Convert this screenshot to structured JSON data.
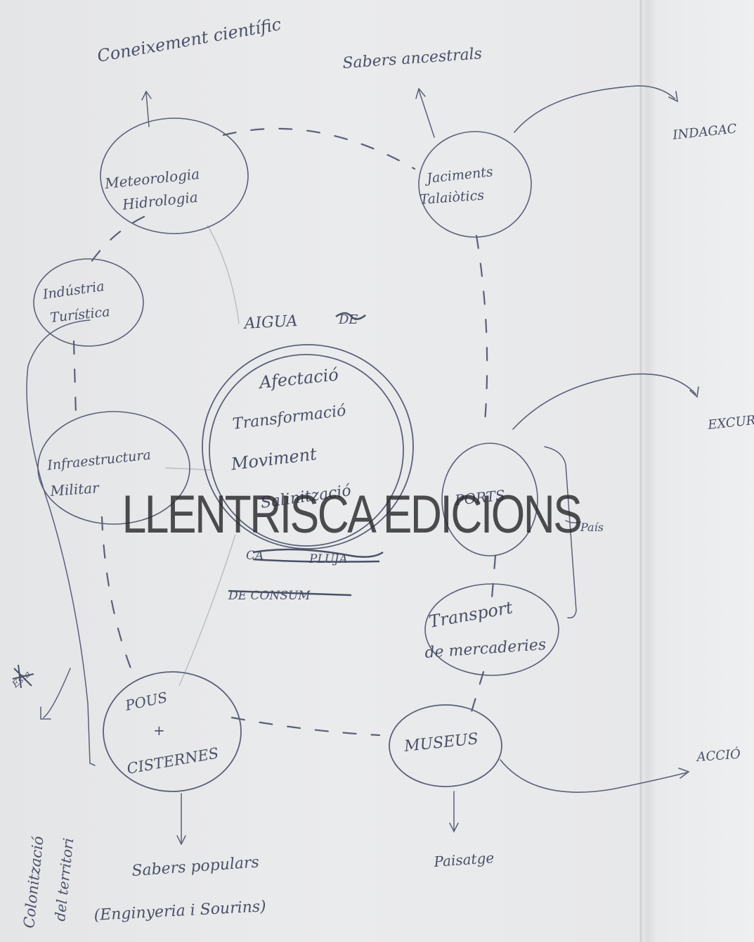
{
  "nodes": {
    "meteorologia": [
      "Meteorologia",
      "Hidrologia"
    ],
    "jaciments": [
      "Jaciments",
      "Talaiòtics"
    ],
    "industria": [
      "Indústria",
      "Turística"
    ],
    "infraestructura": [
      "Infraestructura",
      "Militar"
    ],
    "ports": "PORTS",
    "transport": [
      "Transport",
      "de mercaderies"
    ],
    "pous": [
      "POUS",
      "+",
      "CISTERNES"
    ],
    "museus": "MUSEUS",
    "centre": [
      "Afectació",
      "Transformació",
      "Moviment",
      "Salinització"
    ]
  },
  "labels": {
    "top_left": "Coneixement científic",
    "top_right": "Sabers ancestrals",
    "aigua": "AIGUA",
    "aigua_struck": "DE",
    "bottom_struck": [
      "CA",
      "PLUJA",
      "DE CONSUM"
    ],
    "bottom_left": [
      "Sabers populars",
      "(Enginyeria i Sourins)"
    ],
    "paisatge": "Paisatge",
    "pais": "País",
    "colonitzacio": [
      "Colonització",
      "del territori"
    ],
    "struck_small": "Esta"
  },
  "side": {
    "indagacio": "INDAGAC",
    "excursio": "EXCUR",
    "accio": "ACCIÓ"
  },
  "watermark": "LLENTRISCA EDICIONS"
}
